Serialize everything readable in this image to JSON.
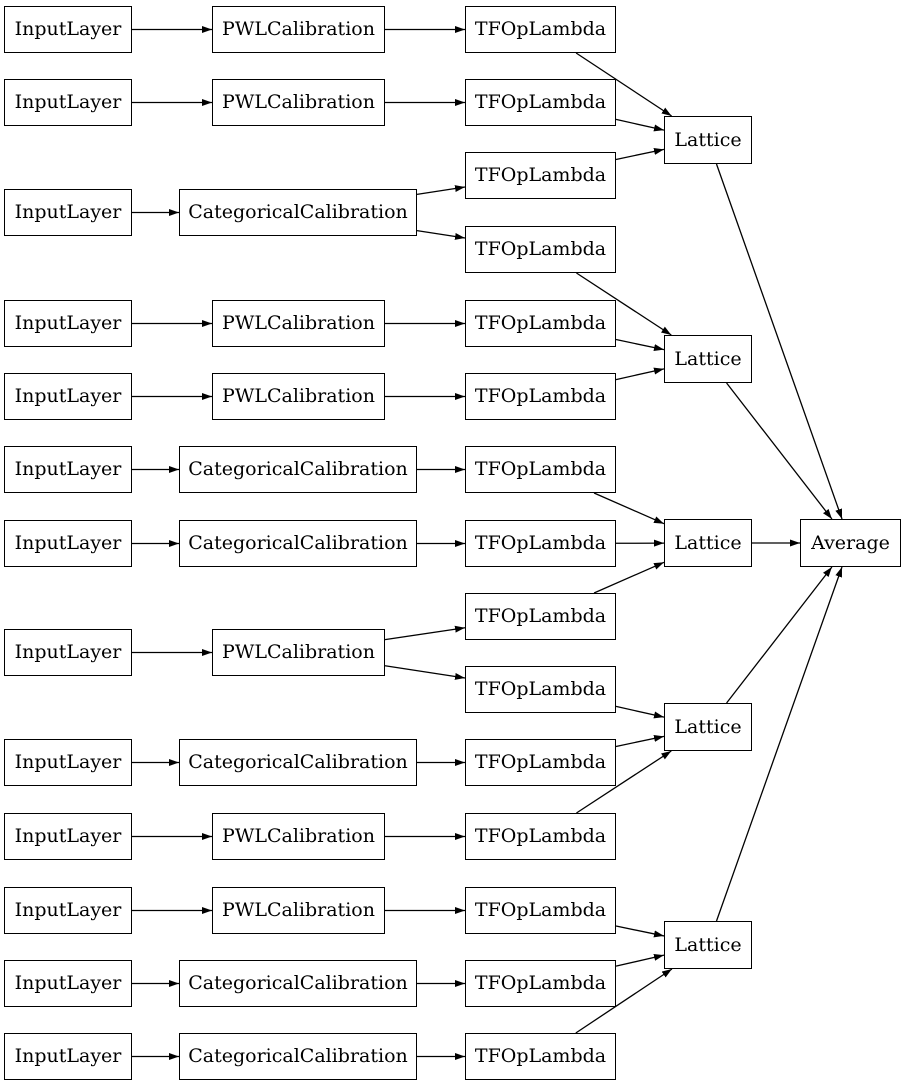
{
  "diagram": {
    "type": "model-graph",
    "colors": {
      "background": "#ffffff",
      "node_fill": "#ffffff",
      "node_border": "#000000",
      "text": "#000000",
      "edge": "#000000"
    },
    "nodes": [
      {
        "id": "in1",
        "label": "InputLayer"
      },
      {
        "id": "in2",
        "label": "InputLayer"
      },
      {
        "id": "in3",
        "label": "InputLayer"
      },
      {
        "id": "in4",
        "label": "InputLayer"
      },
      {
        "id": "in5",
        "label": "InputLayer"
      },
      {
        "id": "in6",
        "label": "InputLayer"
      },
      {
        "id": "in7",
        "label": "InputLayer"
      },
      {
        "id": "in8",
        "label": "InputLayer"
      },
      {
        "id": "in9",
        "label": "InputLayer"
      },
      {
        "id": "in10",
        "label": "InputLayer"
      },
      {
        "id": "in11",
        "label": "InputLayer"
      },
      {
        "id": "in12",
        "label": "InputLayer"
      },
      {
        "id": "in13",
        "label": "InputLayer"
      },
      {
        "id": "cal1",
        "label": "PWLCalibration"
      },
      {
        "id": "cal2",
        "label": "PWLCalibration"
      },
      {
        "id": "cal3",
        "label": "CategoricalCalibration"
      },
      {
        "id": "cal4",
        "label": "PWLCalibration"
      },
      {
        "id": "cal5",
        "label": "PWLCalibration"
      },
      {
        "id": "cal6",
        "label": "CategoricalCalibration"
      },
      {
        "id": "cal7",
        "label": "CategoricalCalibration"
      },
      {
        "id": "cal8",
        "label": "PWLCalibration"
      },
      {
        "id": "cal9",
        "label": "CategoricalCalibration"
      },
      {
        "id": "cal10",
        "label": "PWLCalibration"
      },
      {
        "id": "cal11",
        "label": "PWLCalibration"
      },
      {
        "id": "cal12",
        "label": "CategoricalCalibration"
      },
      {
        "id": "cal13",
        "label": "CategoricalCalibration"
      },
      {
        "id": "tf1",
        "label": "TFOpLambda"
      },
      {
        "id": "tf2",
        "label": "TFOpLambda"
      },
      {
        "id": "tf3",
        "label": "TFOpLambda"
      },
      {
        "id": "tf4",
        "label": "TFOpLambda"
      },
      {
        "id": "tf5",
        "label": "TFOpLambda"
      },
      {
        "id": "tf6",
        "label": "TFOpLambda"
      },
      {
        "id": "tf7",
        "label": "TFOpLambda"
      },
      {
        "id": "tf8",
        "label": "TFOpLambda"
      },
      {
        "id": "tf9",
        "label": "TFOpLambda"
      },
      {
        "id": "tf10",
        "label": "TFOpLambda"
      },
      {
        "id": "tf11",
        "label": "TFOpLambda"
      },
      {
        "id": "tf12",
        "label": "TFOpLambda"
      },
      {
        "id": "tf13",
        "label": "TFOpLambda"
      },
      {
        "id": "tf14",
        "label": "TFOpLambda"
      },
      {
        "id": "tf15",
        "label": "TFOpLambda"
      },
      {
        "id": "lat1",
        "label": "Lattice"
      },
      {
        "id": "lat2",
        "label": "Lattice"
      },
      {
        "id": "lat3",
        "label": "Lattice"
      },
      {
        "id": "lat4",
        "label": "Lattice"
      },
      {
        "id": "lat5",
        "label": "Lattice"
      },
      {
        "id": "avg",
        "label": "Average"
      }
    ],
    "edges": [
      {
        "from": "in1",
        "to": "cal1"
      },
      {
        "from": "in2",
        "to": "cal2"
      },
      {
        "from": "in3",
        "to": "cal3"
      },
      {
        "from": "in4",
        "to": "cal4"
      },
      {
        "from": "in5",
        "to": "cal5"
      },
      {
        "from": "in6",
        "to": "cal6"
      },
      {
        "from": "in7",
        "to": "cal7"
      },
      {
        "from": "in8",
        "to": "cal8"
      },
      {
        "from": "in9",
        "to": "cal9"
      },
      {
        "from": "in10",
        "to": "cal10"
      },
      {
        "from": "in11",
        "to": "cal11"
      },
      {
        "from": "in12",
        "to": "cal12"
      },
      {
        "from": "in13",
        "to": "cal13"
      },
      {
        "from": "cal1",
        "to": "tf1"
      },
      {
        "from": "cal2",
        "to": "tf2"
      },
      {
        "from": "cal3",
        "to": "tf3"
      },
      {
        "from": "cal3",
        "to": "tf4"
      },
      {
        "from": "cal4",
        "to": "tf5"
      },
      {
        "from": "cal5",
        "to": "tf6"
      },
      {
        "from": "cal6",
        "to": "tf7"
      },
      {
        "from": "cal7",
        "to": "tf8"
      },
      {
        "from": "cal8",
        "to": "tf9"
      },
      {
        "from": "cal8",
        "to": "tf10"
      },
      {
        "from": "cal9",
        "to": "tf11"
      },
      {
        "from": "cal10",
        "to": "tf12"
      },
      {
        "from": "cal11",
        "to": "tf13"
      },
      {
        "from": "cal12",
        "to": "tf14"
      },
      {
        "from": "cal13",
        "to": "tf15"
      },
      {
        "from": "tf1",
        "to": "lat1"
      },
      {
        "from": "tf2",
        "to": "lat1"
      },
      {
        "from": "tf3",
        "to": "lat1"
      },
      {
        "from": "tf4",
        "to": "lat2"
      },
      {
        "from": "tf5",
        "to": "lat2"
      },
      {
        "from": "tf6",
        "to": "lat2"
      },
      {
        "from": "tf7",
        "to": "lat3"
      },
      {
        "from": "tf8",
        "to": "lat3"
      },
      {
        "from": "tf9",
        "to": "lat3"
      },
      {
        "from": "tf10",
        "to": "lat4"
      },
      {
        "from": "tf11",
        "to": "lat4"
      },
      {
        "from": "tf12",
        "to": "lat4"
      },
      {
        "from": "tf13",
        "to": "lat5"
      },
      {
        "from": "tf14",
        "to": "lat5"
      },
      {
        "from": "tf15",
        "to": "lat5"
      },
      {
        "from": "lat1",
        "to": "avg"
      },
      {
        "from": "lat2",
        "to": "avg"
      },
      {
        "from": "lat3",
        "to": "avg"
      },
      {
        "from": "lat4",
        "to": "avg"
      },
      {
        "from": "lat5",
        "to": "avg"
      }
    ]
  }
}
